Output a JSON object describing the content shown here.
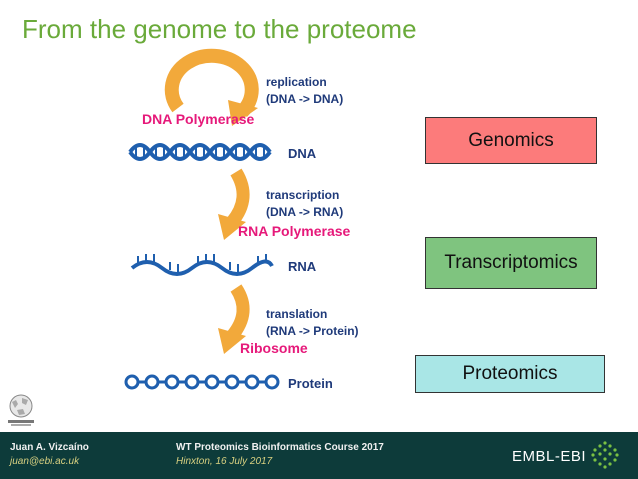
{
  "title": "From the genome to the proteome",
  "steps": {
    "replication": {
      "name": "replication",
      "detail": "(DNA -> DNA)",
      "enzyme": "DNA Polymerase"
    },
    "transcription": {
      "name": "transcription",
      "detail": "(DNA -> RNA)",
      "enzyme": "RNA Polymerase"
    },
    "translation": {
      "name": "translation",
      "detail": "(RNA -> Protein)",
      "enzyme": "Ribosome"
    }
  },
  "molecules": {
    "dna": "DNA",
    "rna": "RNA",
    "protein": "Protein"
  },
  "boxes": {
    "genomics": {
      "label": "Genomics",
      "color": "#fc7b7b"
    },
    "transcriptomics": {
      "label": "Transcriptomics",
      "color": "#7fc47f"
    },
    "proteomics": {
      "label": "Proteomics",
      "color": "#a9e6e6"
    }
  },
  "footer": {
    "author": "Juan A. Vizcaíno",
    "email": "juan@ebi.ac.uk",
    "course": "WT Proteomics Bioinformatics Course 2017",
    "place_date": "Hinxton, 16 July 2017",
    "logo": "EMBL-EBI"
  },
  "colors": {
    "title": "#6aaa3a",
    "arrow": "#f2a93b",
    "enzyme": "#e6197a",
    "helix": "#1f5fae",
    "label": "#1f3a7a",
    "footer_bg": "#0d3b3a"
  },
  "icons": {
    "wikipedia": "wikipedia-globe-icon",
    "embl": "embl-dot-grid-icon"
  }
}
